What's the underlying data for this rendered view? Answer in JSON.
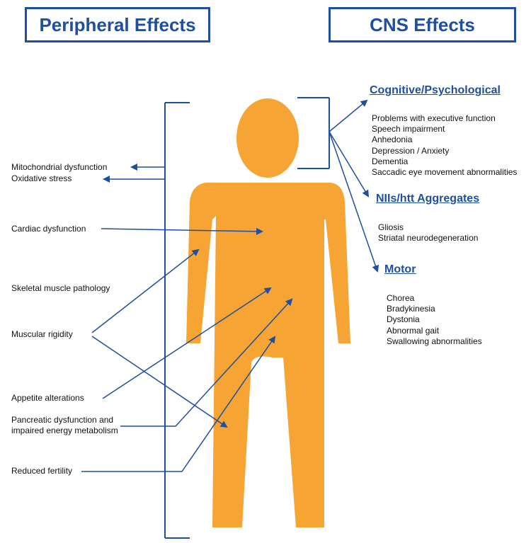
{
  "headers": {
    "left": "Peripheral Effects",
    "right": "CNS Effects"
  },
  "colors": {
    "accent": "#1f4fa0",
    "body": "#f6a434"
  },
  "peripheral_labels": {
    "mito": "Mitochondrial dysfunction",
    "oxid": "Oxidative stress",
    "cardiac": "Cardiac dysfunction",
    "skeletal": "Skeletal muscle pathology",
    "rigidity": "Muscular rigidity",
    "appetite": "Appetite alterations",
    "pancreatic_line1": "Pancreatic dysfunction and",
    "pancreatic_line2": "impaired energy metabolism",
    "fertility": "Reduced fertility"
  },
  "cns_sections": [
    {
      "title": "Cognitive/Psychological",
      "items": [
        "Problems with executive function",
        "Speech impairment",
        "Anhedonia",
        "Depression / Anxiety",
        "Dementia",
        "Saccadic eye movement abnormalities"
      ]
    },
    {
      "title": "NIIs/htt Aggregates",
      "items": [
        "Gliosis",
        "Striatal neurodegeneration"
      ]
    },
    {
      "title": "Motor",
      "items": [
        "Chorea",
        "Bradykinesia",
        "Dystonia",
        "Abnormal gait",
        "Swallowing abnormalities"
      ]
    }
  ]
}
